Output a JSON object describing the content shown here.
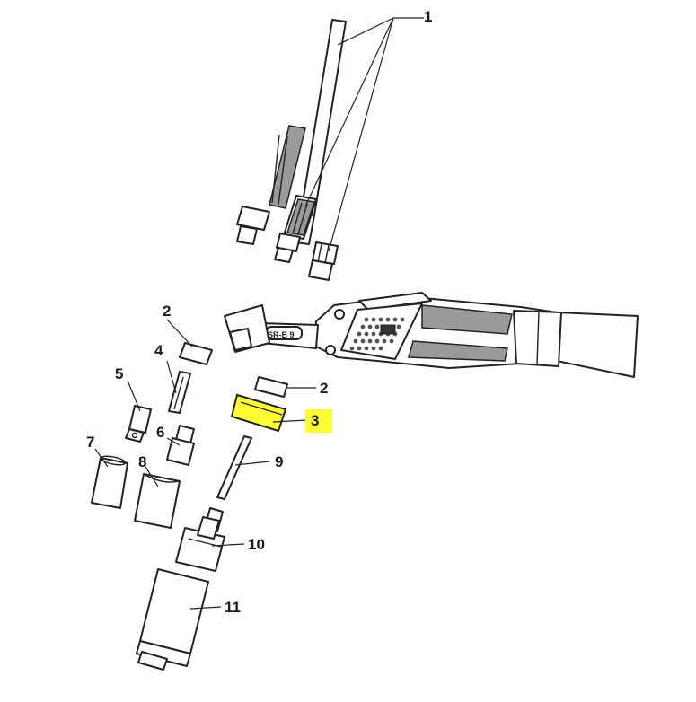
{
  "labels": {
    "p1": "1",
    "p2a": "2",
    "p2b": "2",
    "p3": "3",
    "p4": "4",
    "p5": "5",
    "p6": "6",
    "p7": "7",
    "p8": "8",
    "p9": "9",
    "p10": "10",
    "p11": "11"
  },
  "torch_marking": "SR-B 9",
  "colors": {
    "highlight": "#ffff33",
    "line": "#222222"
  }
}
